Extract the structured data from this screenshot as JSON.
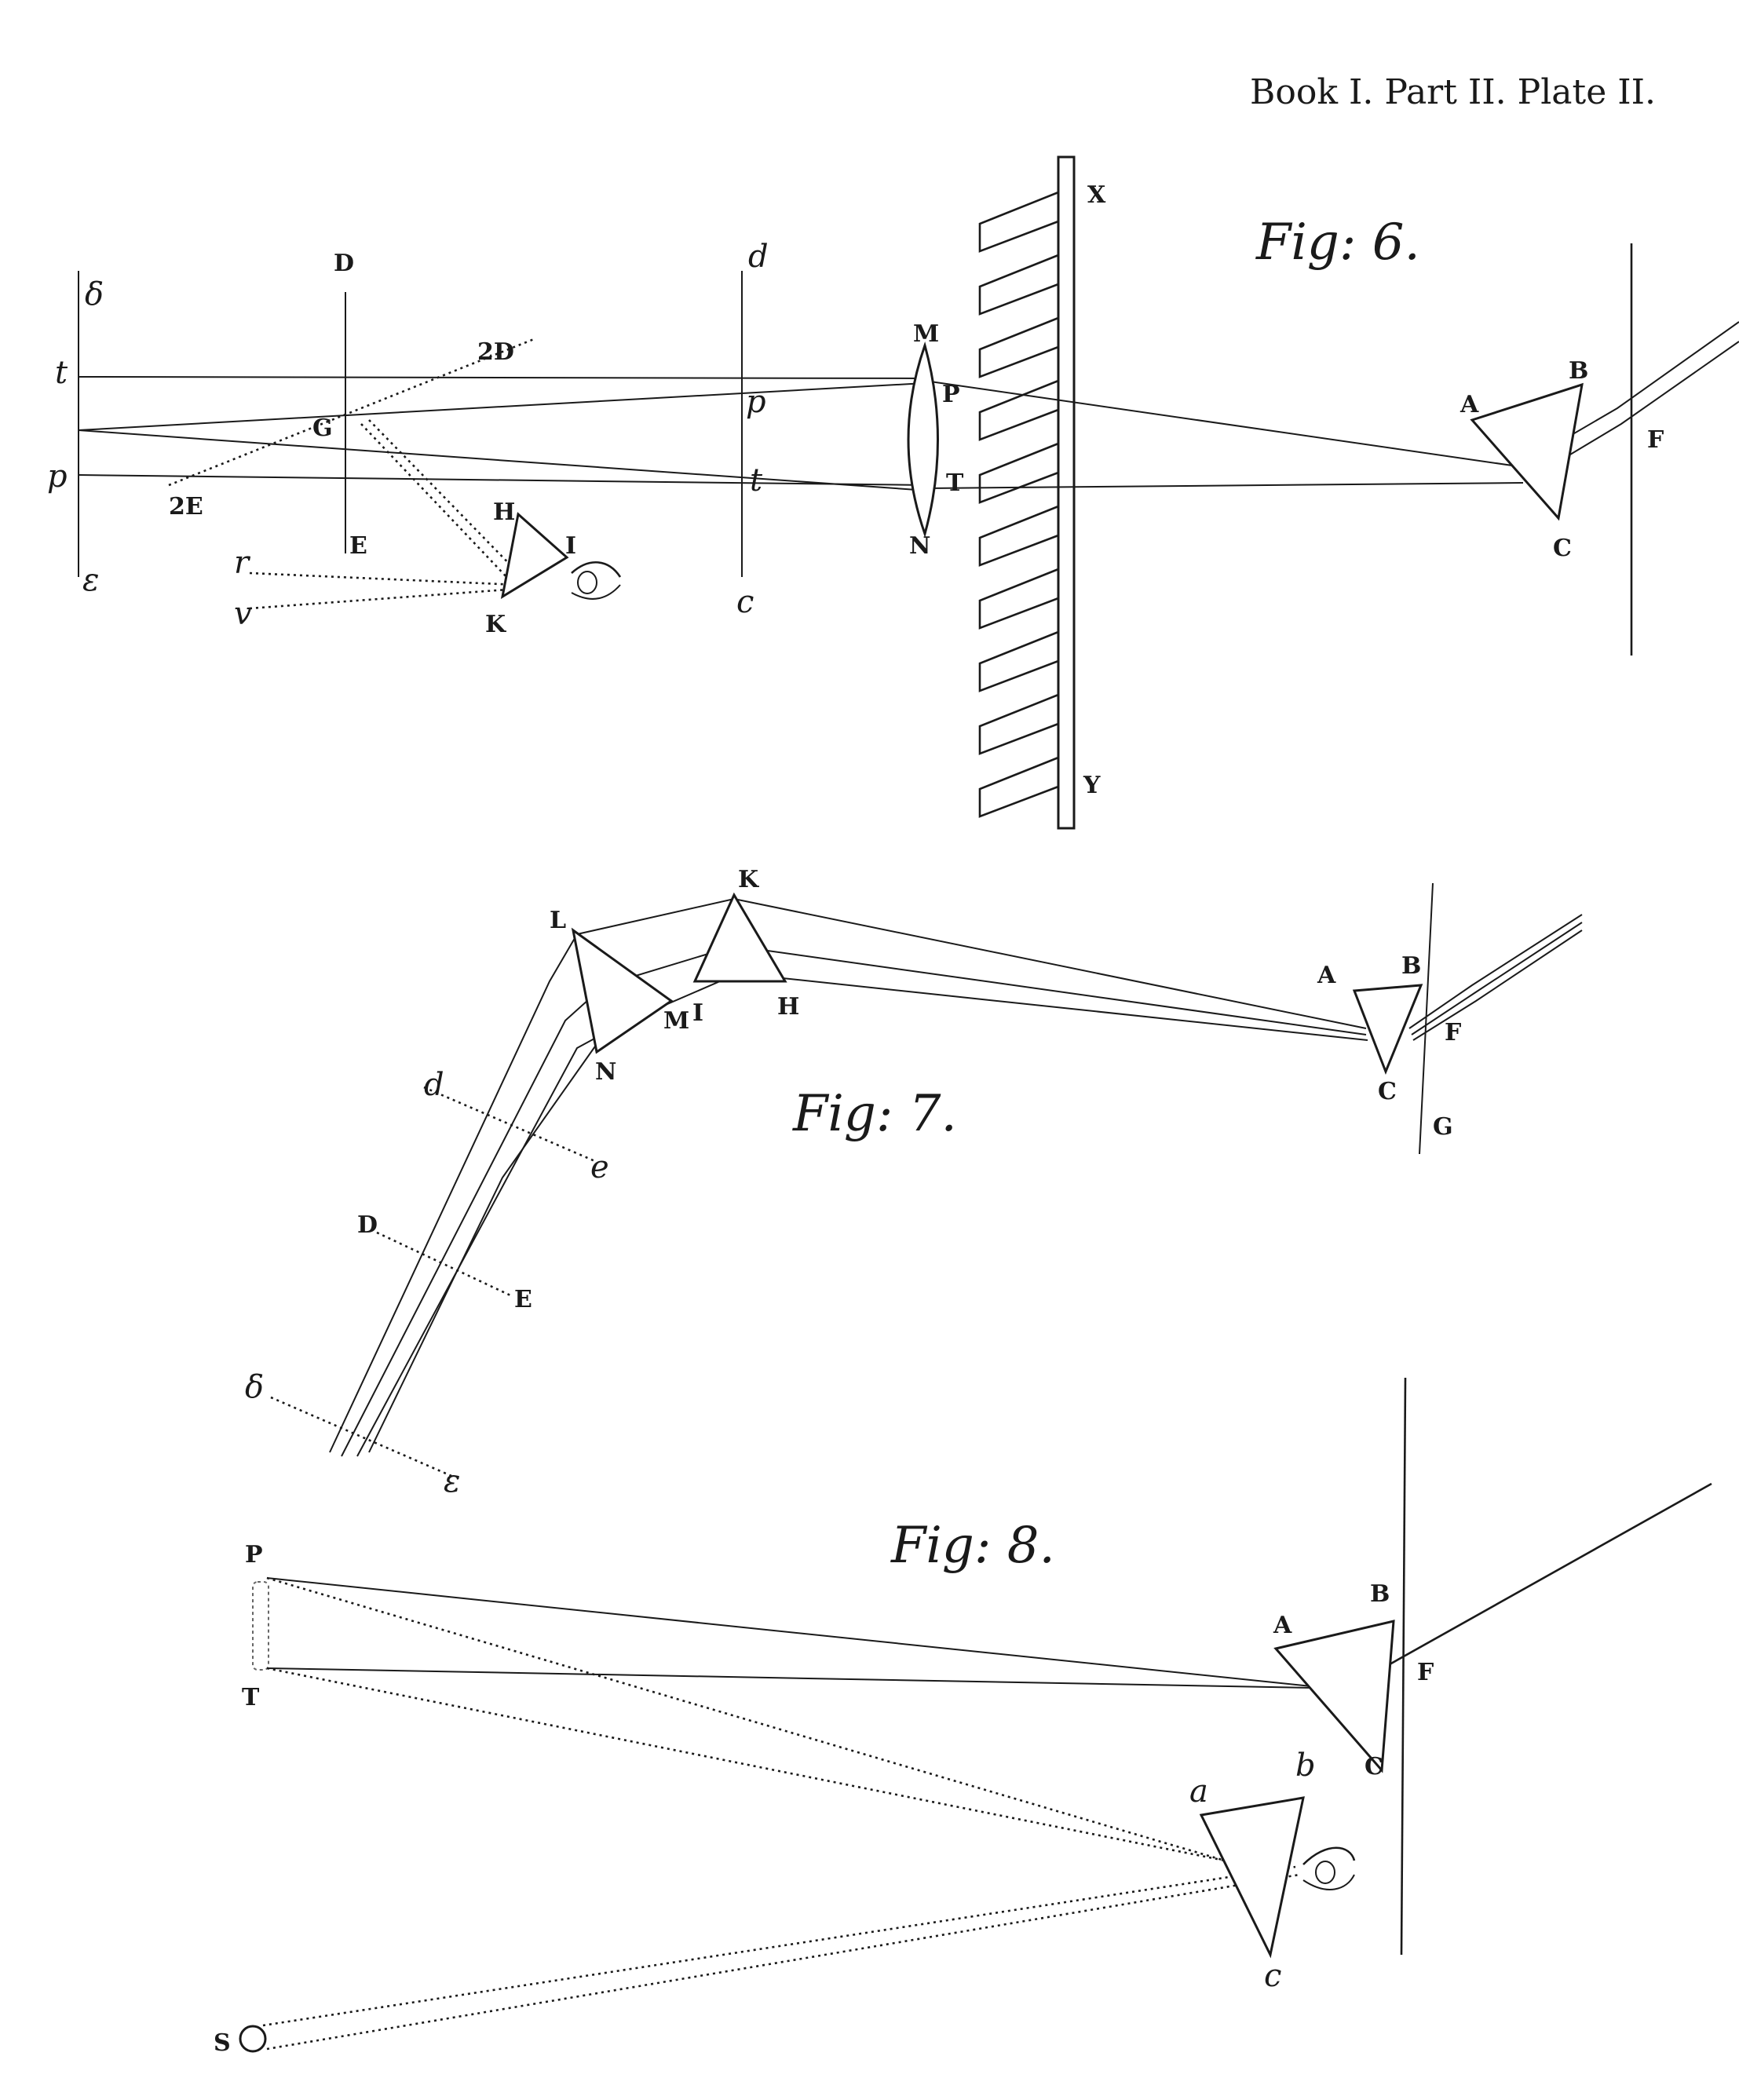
{
  "header": {
    "plate_title": "Book I. Part II. Plate II."
  },
  "fig6": {
    "title": "Fig: 6.",
    "labels": {
      "X": "X",
      "Y": "Y",
      "D": "D",
      "E": "E",
      "d": "d",
      "c": "c",
      "delta": "δ",
      "epsilon": "ε",
      "t_upper": "t",
      "p_upper": "p",
      "G": "G",
      "two_D": "2D",
      "two_E": "2E",
      "H": "H",
      "I": "I",
      "K": "K",
      "r": "r",
      "v": "v",
      "M": "M",
      "P": "P",
      "T": "T",
      "N": "N",
      "p_lower": "p",
      "t_lower": "t",
      "A": "A",
      "B": "B",
      "C": "C",
      "F": "F"
    }
  },
  "fig7": {
    "title": "Fig: 7.",
    "labels": {
      "K": "K",
      "L": "L",
      "M": "M",
      "I": "I",
      "H": "H",
      "N": "N",
      "A": "A",
      "B": "B",
      "C": "C",
      "F": "F",
      "G": "G",
      "d": "d",
      "e": "e",
      "D": "D",
      "E": "E",
      "delta": "δ",
      "epsilon": "ε"
    }
  },
  "fig8": {
    "title": "Fig: 8.",
    "labels": {
      "P": "P",
      "T": "T",
      "A": "A",
      "B": "B",
      "C": "C",
      "F": "F",
      "a": "a",
      "b": "b",
      "c": "c",
      "S": "S"
    }
  }
}
